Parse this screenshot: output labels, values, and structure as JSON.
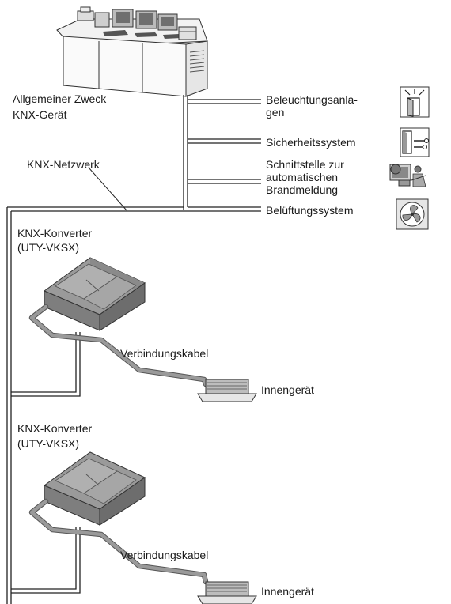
{
  "labels": {
    "general_device_line1": "Allgemeiner Zweck",
    "general_device_line2": "KNX-Gerät",
    "knx_network": "KNX-Netzwerk",
    "lighting_line1": "Beleuchtungsanla-",
    "lighting_line2": "gen",
    "security": "Sicherheitssystem",
    "fire_line1": "Schnittstelle zur",
    "fire_line2": "automatischen",
    "fire_line3": "Brandmeldung",
    "ventilation": "Belüftungssystem",
    "converter1_line1": "KNX-Konverter",
    "converter1_line2": "(UTY-VKSX)",
    "cable1": "Verbindungskabel",
    "indoor1": "Innengerät",
    "converter2_line1": "KNX-Konverter",
    "converter2_line2": "(UTY-VKSX)",
    "cable2": "Verbindungskabel",
    "indoor2": "Innengerät"
  },
  "icons": {
    "control_console": "control-console-icon",
    "lighting": "lighting-door-icon",
    "security": "door-key-icon",
    "fire": "fire-alarm-people-icon",
    "ventilation": "fan-icon",
    "converter": "knx-converter-box-icon",
    "indoor_unit": "cassette-indoor-unit-icon"
  }
}
